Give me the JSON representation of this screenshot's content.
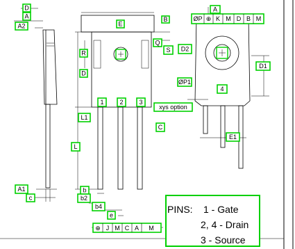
{
  "colors": {
    "label_box": "#00d000",
    "ink": "#000000",
    "background": "#ffffff"
  },
  "dimensions": {
    "D": "D",
    "A": "A",
    "A2": "A2",
    "E": "E",
    "B": "B",
    "R": "R",
    "Q": "Q",
    "S": "S",
    "D2": "D2",
    "D1": "D1",
    "P1": "ØP1",
    "P": "ØP",
    "pin1": "1",
    "pin2": "2",
    "pin3": "3",
    "pin4": "4",
    "L1": "L1",
    "L": "L",
    "C": "C",
    "E1": "E1",
    "A1": "A1",
    "c": "c",
    "b": "b",
    "b2": "b2",
    "b4": "b4",
    "e": "e"
  },
  "labels": {
    "xys_option": "xys option"
  },
  "tolerance_top": {
    "top_letter": "A",
    "cells": [
      "ØP",
      "⊕",
      "K",
      "M",
      "D",
      "B",
      "M"
    ]
  },
  "tolerance_bottom": {
    "cells": [
      "⊕",
      "J",
      "M",
      "C",
      "A",
      "M"
    ]
  },
  "pins": {
    "title": "PINS:",
    "line1": "1 - Gate",
    "line2": "2, 4 - Drain",
    "line3": "3 - Source"
  }
}
